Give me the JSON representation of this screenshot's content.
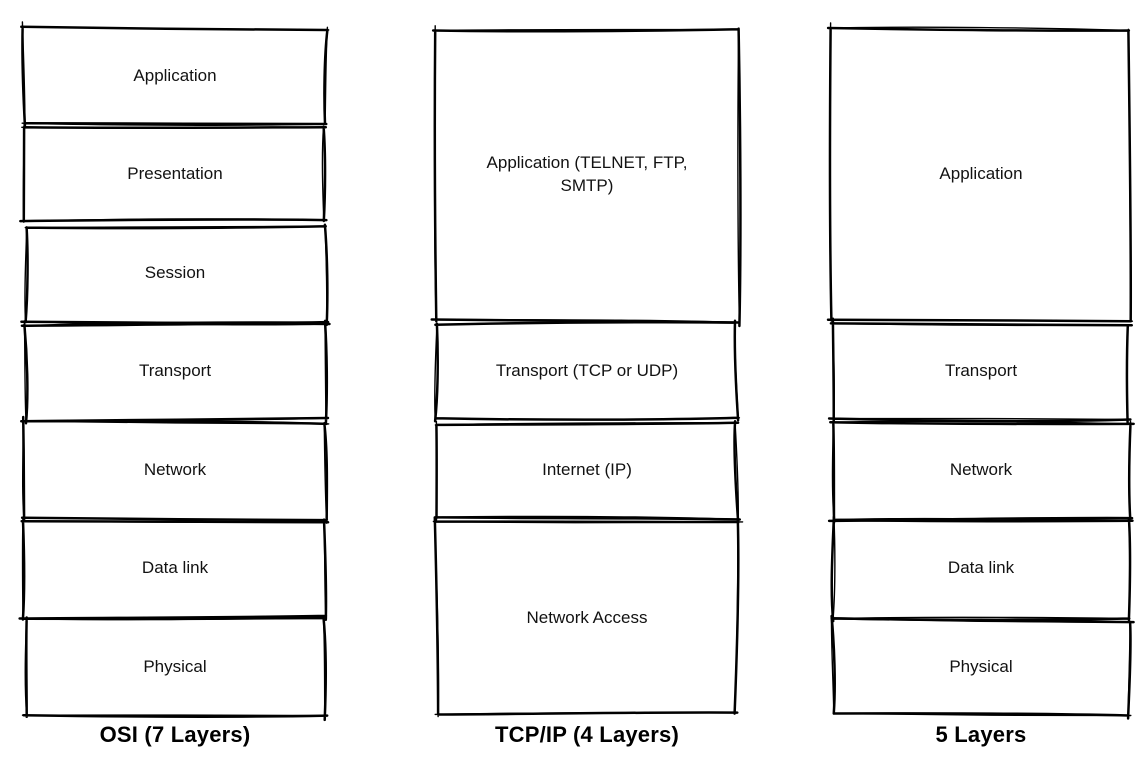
{
  "diagram": {
    "background_color": "#ffffff",
    "stroke_color": "#000000",
    "text_color": "#121212"
  },
  "columns": [
    {
      "caption": "OSI (7 Layers)",
      "boxes": [
        {
          "label": "Application",
          "span": 1
        },
        {
          "label": "Presentation",
          "span": 1
        },
        {
          "label": "Session",
          "span": 1
        },
        {
          "label": "Transport",
          "span": 1
        },
        {
          "label": "Network",
          "span": 1
        },
        {
          "label": "Data link",
          "span": 1
        },
        {
          "label": "Physical",
          "span": 1
        }
      ]
    },
    {
      "caption": "TCP/IP (4 Layers)",
      "boxes": [
        {
          "label": "Application (TELNET, FTP, SMTP)",
          "span": 3
        },
        {
          "label": "Transport (TCP or UDP)",
          "span": 1
        },
        {
          "label": "Internet (IP)",
          "span": 1
        },
        {
          "label": "Network Access",
          "span": 2
        }
      ]
    },
    {
      "caption": "5 Layers",
      "boxes": [
        {
          "label": "Application",
          "span": 3
        },
        {
          "label": "Transport",
          "span": 1
        },
        {
          "label": "Network",
          "span": 1
        },
        {
          "label": "Data link",
          "span": 1
        },
        {
          "label": "Physical",
          "span": 1
        }
      ]
    }
  ]
}
